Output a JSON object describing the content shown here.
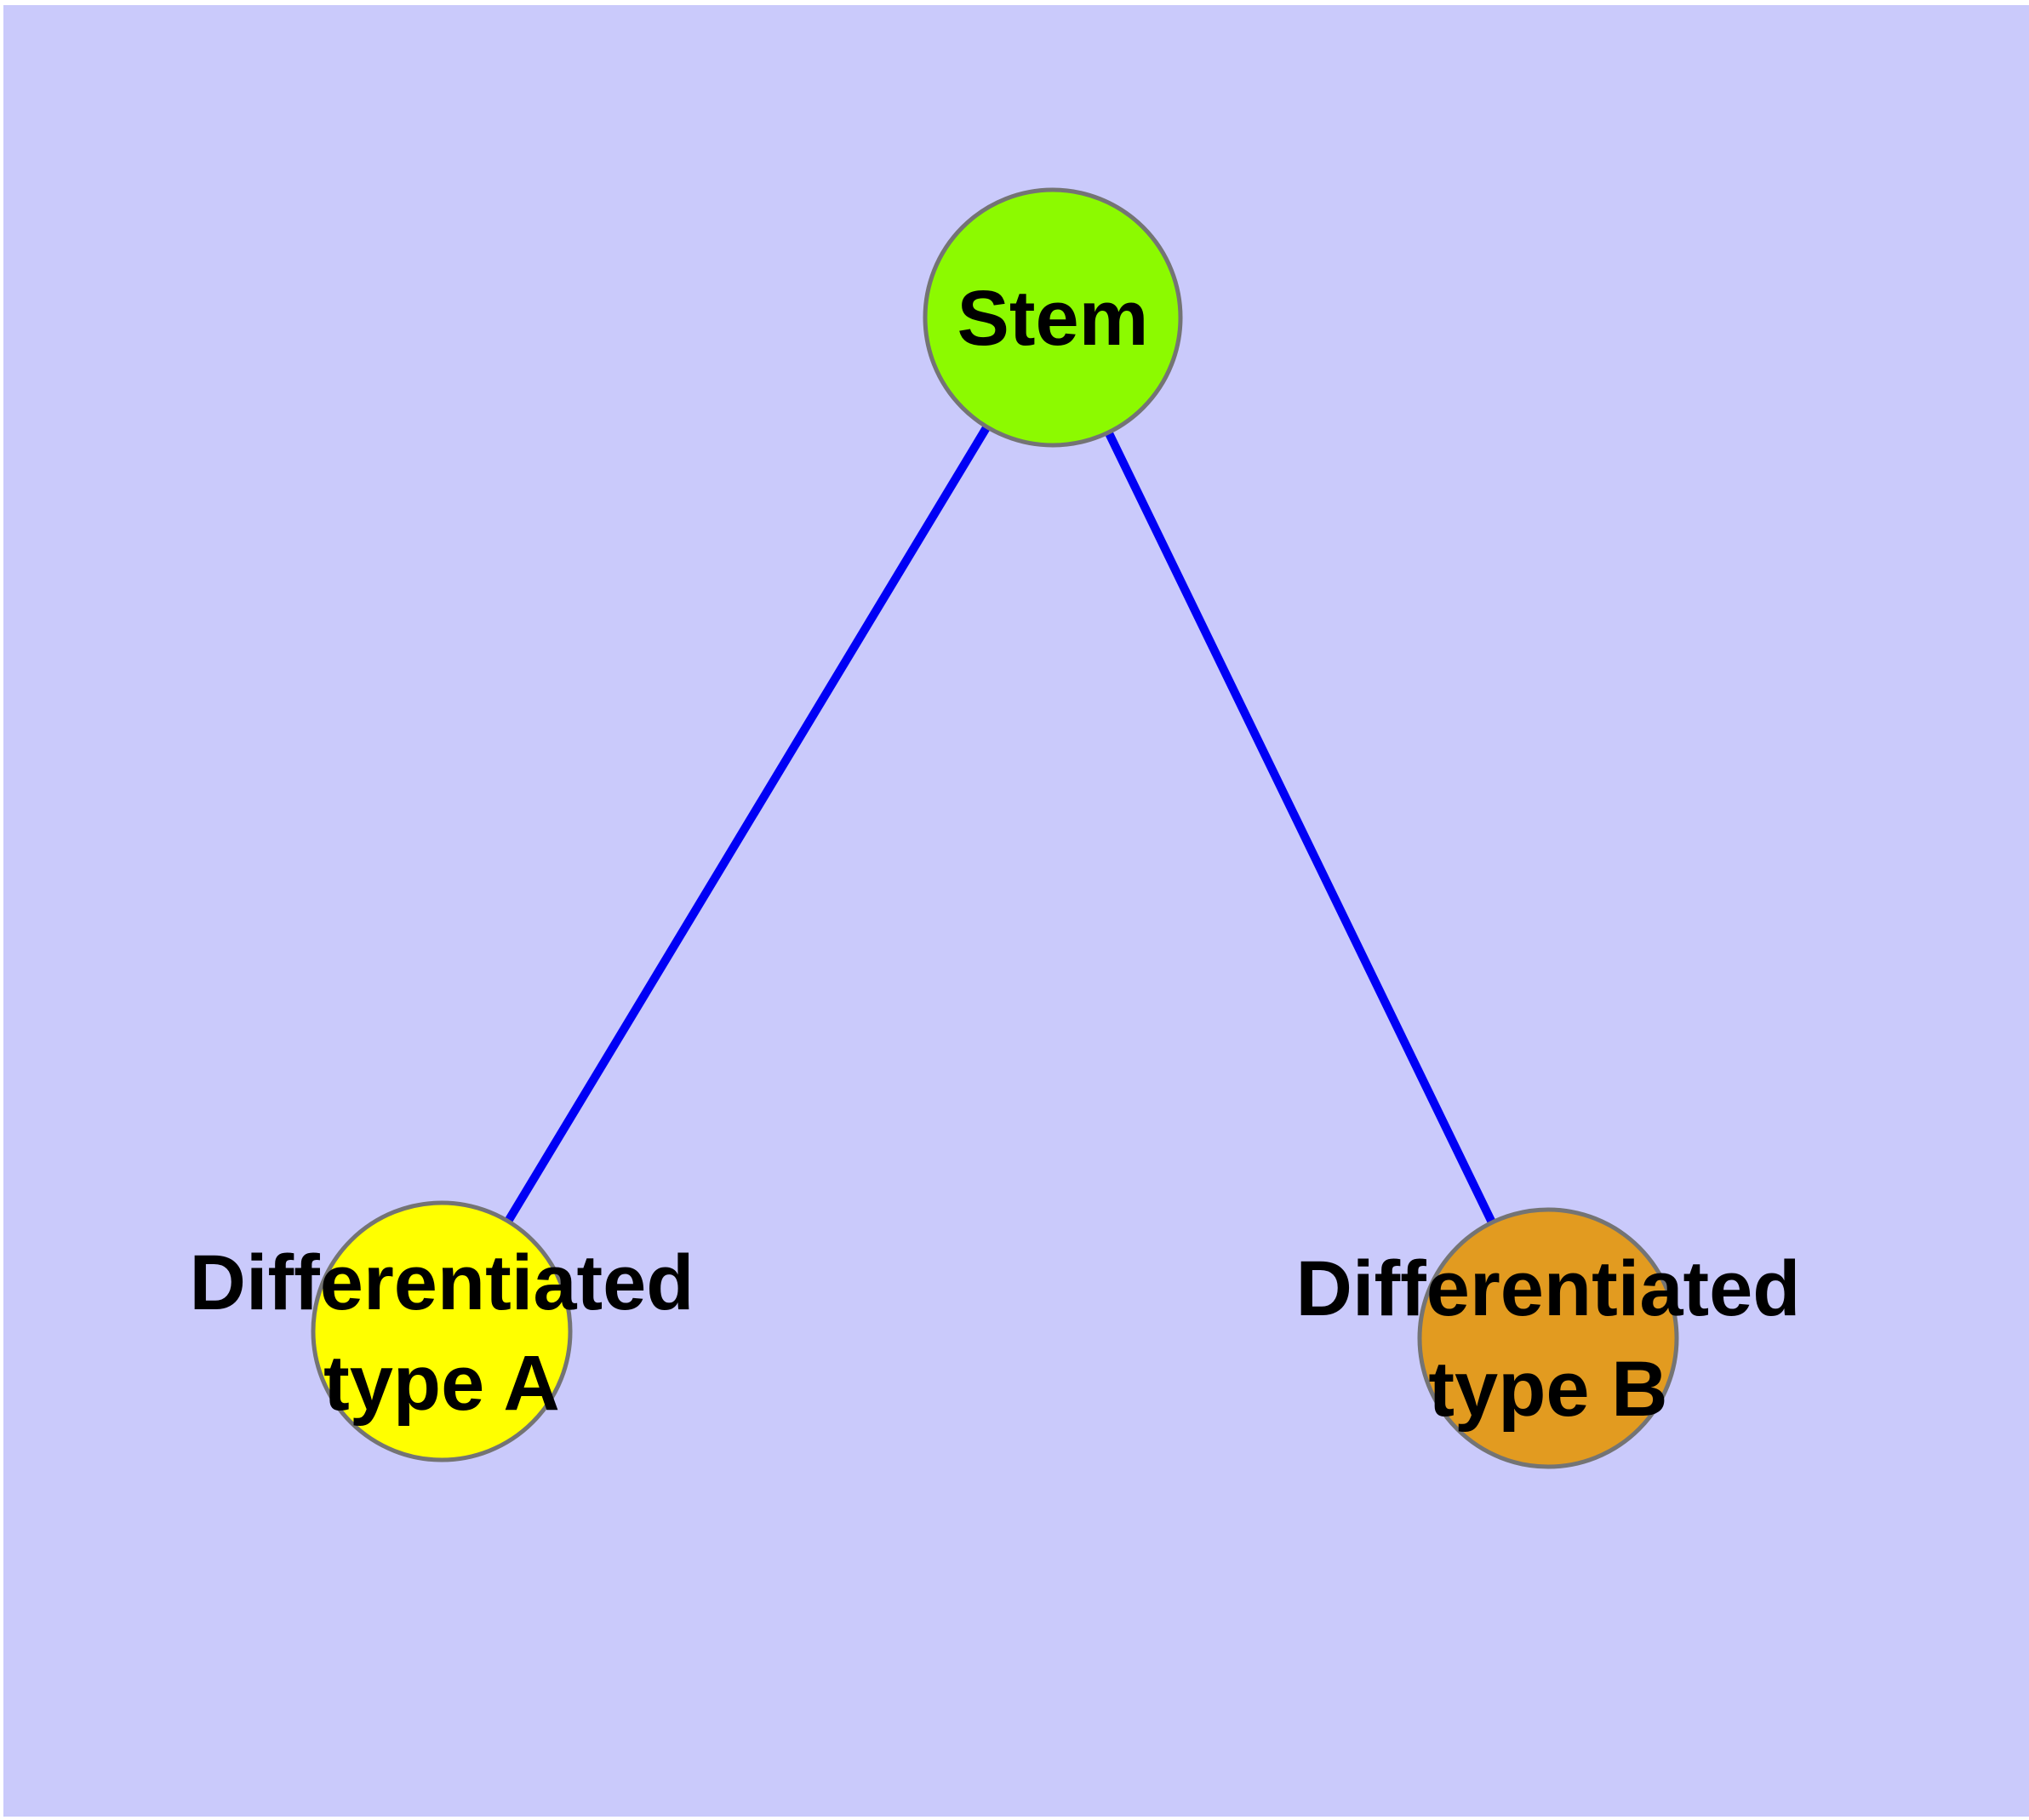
{
  "canvas": {
    "background": "#CACAFB",
    "page_background": "#FFFFFF"
  },
  "colors": {
    "edge": "#0000F5",
    "node_border": "#747474",
    "label_text": "#000000",
    "stem_fill": "#8CFA00",
    "type_a_fill": "#FFFF00",
    "type_b_fill": "#E29B20"
  },
  "diagram": {
    "type": "node-link-graph",
    "description": "Stem cell differentiation tree: one stem node linked to two differentiated cell type nodes"
  },
  "nodes": [
    {
      "id": "stem",
      "label": "Stem",
      "label_lines": [
        "Stem"
      ],
      "color": "#8CFA00"
    },
    {
      "id": "type-a",
      "label": "Differentiated type A",
      "label_lines": [
        "Differentiated",
        "type A"
      ],
      "color": "#FFFF00"
    },
    {
      "id": "type-b",
      "label": "Differentiated type B",
      "label_lines": [
        "Differentiated",
        "type B"
      ],
      "color": "#E29B20"
    }
  ],
  "edges": [
    {
      "from": "Stem",
      "to": "Differentiated type A",
      "color": "#0000F5"
    },
    {
      "from": "Stem",
      "to": "Differentiated type B",
      "color": "#0000F5"
    }
  ]
}
